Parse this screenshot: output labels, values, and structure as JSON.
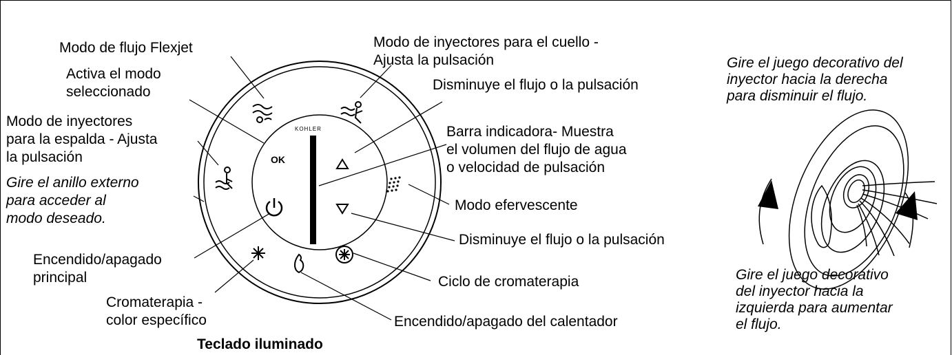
{
  "labels": {
    "flexjet": "Modo de flujo Flexjet",
    "neck_line1": "Modo de inyectores para el cuello -",
    "neck_line2": "Ajusta la pulsación",
    "activate_line1": "Activa el modo",
    "activate_line2": "seleccionado",
    "decrease_top": "Disminuye el flujo o la pulsación",
    "back_line1": "Modo de inyectores",
    "back_line2": "para la espalda - Ajusta",
    "back_line3": "la pulsación",
    "bar_line1": "Barra indicadora- Muestra",
    "bar_line2": "el volumen del flujo de agua",
    "bar_line3": "o velocidad de pulsación",
    "ring_line1": "Gire el anillo externo",
    "ring_line2": "para acceder al",
    "ring_line3": "modo deseado.",
    "effervescent": "Modo efervescente",
    "decrease_bottom": "Disminuye el flujo o la pulsación",
    "power_line1": "Encendido/apagado",
    "power_line2": "principal",
    "chromo_cycle": "Ciclo de cromaterapia",
    "chromo_color_line1": "Cromaterapia -",
    "chromo_color_line2": "color específico",
    "heater": "Encendido/apagado del calentador",
    "right_top_line1": "Gire el juego decorativo del",
    "right_top_line2": "inyector hacia la derecha",
    "right_top_line3": "para disminuir el flujo.",
    "right_bottom_line1": "Gire el juego decorativo",
    "right_bottom_line2": "del inyector hacia la",
    "right_bottom_line3": "izquierda para aumentar",
    "right_bottom_line4": "el flujo."
  },
  "keypad": {
    "brand": "KOHLER",
    "ok": "OK",
    "caption": "Teclado iluminado"
  },
  "icons": [
    "flexjet-icon",
    "neck-jets-icon",
    "up-triangle-icon",
    "back-jets-icon",
    "ok-icon",
    "effervescent-icon",
    "power-icon",
    "down-triangle-icon",
    "chromo-color-icon",
    "heater-flame-icon",
    "chromo-cycle-icon"
  ]
}
